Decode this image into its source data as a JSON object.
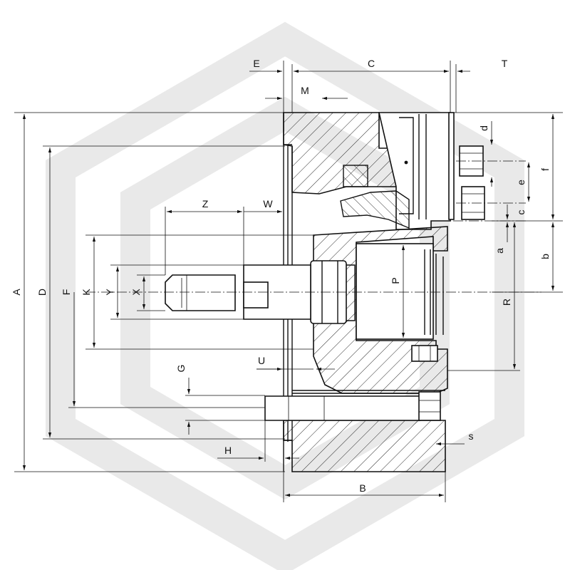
{
  "colors": {
    "line": "#111111",
    "watermark": "#e9e9e9",
    "background": "#ffffff"
  },
  "labels": {
    "A": "A",
    "B": "B",
    "C": "C",
    "D": "D",
    "E": "E",
    "F": "F",
    "G": "G",
    "H": "H",
    "K": "K",
    "M": "M",
    "P": "P",
    "R": "R",
    "T": "T",
    "U": "U",
    "W": "W",
    "X": "X",
    "Y": "Y",
    "Z": "Z",
    "a": "a",
    "b": "b",
    "c": "c",
    "d": "d",
    "e": "e",
    "f": "f",
    "s": "s"
  }
}
